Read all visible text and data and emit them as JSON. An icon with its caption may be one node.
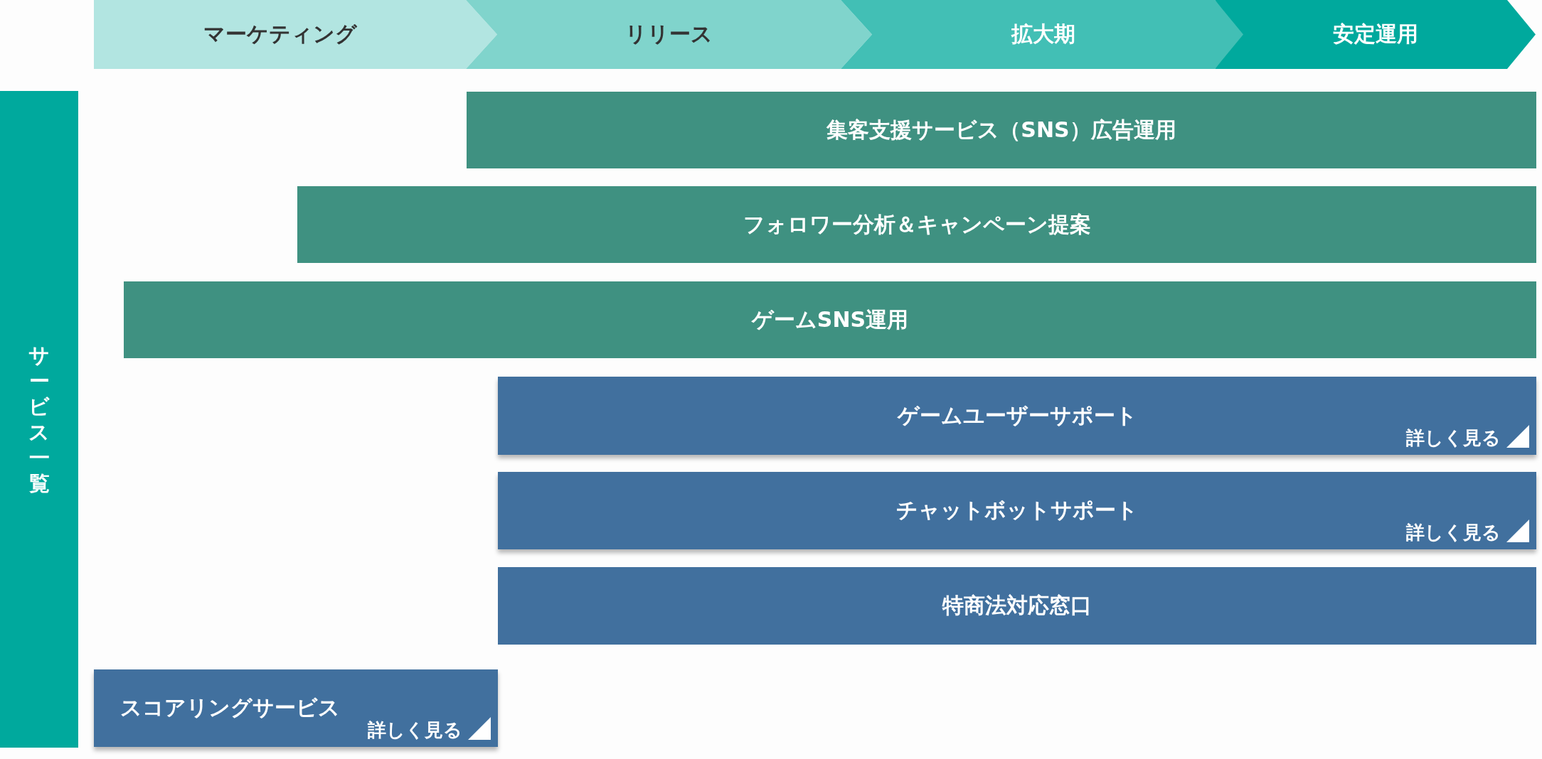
{
  "diagram": {
    "nodes": [
      {
        "text": [
          "マーケティング"
        ]
      },
      {
        "text": [
          "リリース"
        ]
      },
      {
        "text": [
          "拡大期"
        ]
      },
      {
        "text": [
          "安定運用"
        ]
      },
      {
        "text": [
          "サービス一覧"
        ]
      },
      {
        "text": [
          "集客支援サービス（SNS）広告運用"
        ]
      },
      {
        "text": [
          "フォロワー分析＆キャンペーン提案"
        ]
      },
      {
        "text": [
          "ゲームSNS運用"
        ]
      },
      {
        "text": [
          "ゲームユーザーサポート",
          "詳しく見る"
        ]
      },
      {
        "text": [
          "チャットボットサポート",
          "詳しく見る"
        ]
      },
      {
        "text": [
          "特商法対応窓口"
        ]
      },
      {
        "text": [
          "スコアリングサービス",
          "詳しく見る"
        ]
      }
    ]
  }
}
